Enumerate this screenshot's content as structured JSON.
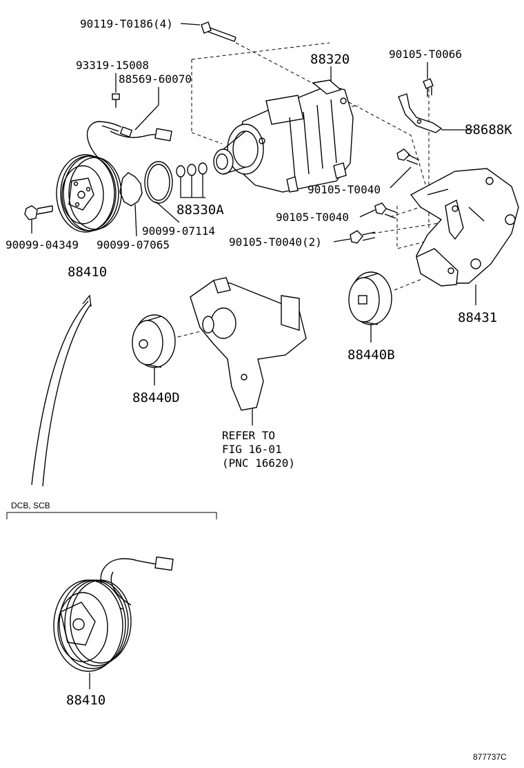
{
  "callouts": [
    {
      "id": "bolt_top",
      "text": "90119-T0186(4)"
    },
    {
      "id": "bolt_small",
      "text": "93319-15008"
    },
    {
      "id": "wire",
      "text": "88569-60070"
    },
    {
      "id": "compressor",
      "text": "88320"
    },
    {
      "id": "bolt_tr",
      "text": "90105-T0066"
    },
    {
      "id": "bracket_small",
      "text": "88688K"
    },
    {
      "id": "bolt_mid1",
      "text": "90105-T0040"
    },
    {
      "id": "bolt_mid2",
      "text": "90105-T0040"
    },
    {
      "id": "bolt_mid3",
      "text": "90105-T0040(2)"
    },
    {
      "id": "shim",
      "text": "88330A"
    },
    {
      "id": "snapring",
      "text": "90099-07114"
    },
    {
      "id": "bolt_left",
      "text": "90099-04349"
    },
    {
      "id": "ring2",
      "text": "90099-07065"
    },
    {
      "id": "clutch",
      "text": "88410"
    },
    {
      "id": "bracket",
      "text": "88431"
    },
    {
      "id": "idler_b",
      "text": "88440B"
    },
    {
      "id": "idler_d",
      "text": "88440D"
    },
    {
      "id": "clutch_alt",
      "text": "88410"
    }
  ],
  "refer": [
    "REFER TO",
    "FIG 16-01",
    "(PNC 16620)"
  ],
  "variant_label": "DCB, SCB",
  "figure_code": "877737C"
}
